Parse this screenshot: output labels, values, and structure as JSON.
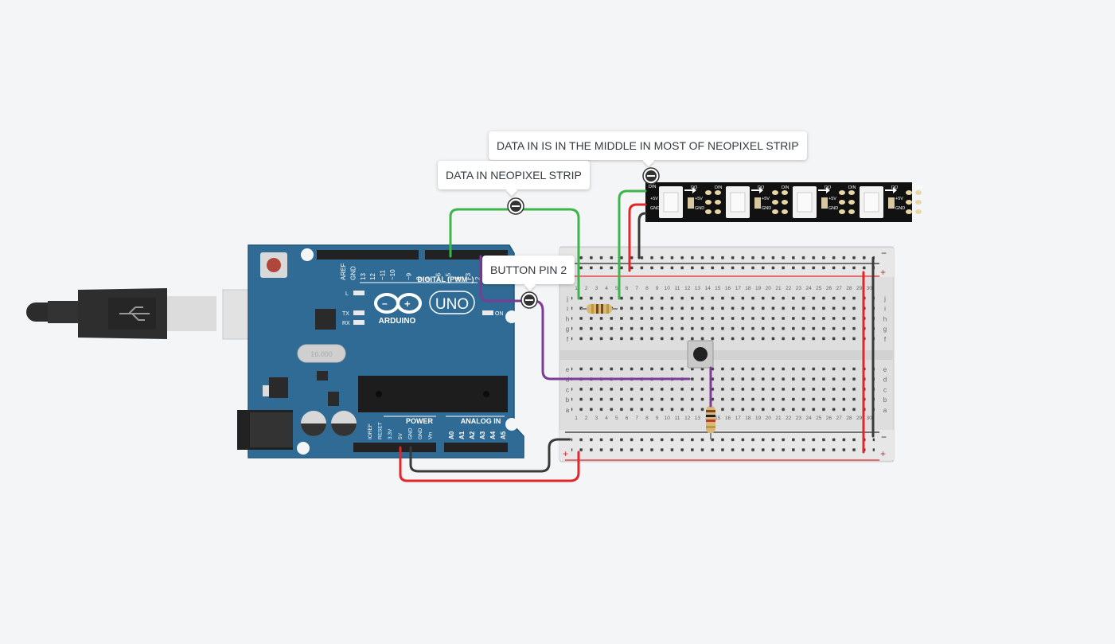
{
  "annotations": {
    "strip_middle": "DATA IN IS IN THE MIDDLE IN MOST OF NEOPIXEL STRIP",
    "data_in": "DATA IN NEOPIXEL STRIP",
    "button_pin": "BUTTON PIN 2"
  },
  "arduino": {
    "brand": "ARDUINO",
    "model": "UNO",
    "digital_label": "DIGITAL (PWM~)",
    "power_label": "POWER",
    "analog_label": "ANALOG IN",
    "on_label": "ON",
    "l_label": "L",
    "tx_label": "TX",
    "rx_label": "RX",
    "crystal": "16.000",
    "top_pins": [
      "AREF",
      "GND",
      "13",
      "12",
      "~11",
      "~10",
      "~9",
      "8",
      "7",
      "~6",
      "~5",
      "4",
      "~3",
      "2"
    ],
    "power_pins": [
      "IOREF",
      "RESET",
      "3.3V",
      "5V",
      "GND",
      "GND",
      "Vin"
    ],
    "analog_pins": [
      "A0",
      "A1",
      "A2",
      "A3",
      "A4",
      "A5"
    ]
  },
  "neopixel": {
    "din": "DIN",
    "dout": "DO",
    "v5": "+5V",
    "gnd": "GND",
    "pixels": 4
  },
  "breadboard": {
    "columns": 30,
    "top_rows": [
      "j",
      "i",
      "h",
      "g",
      "f"
    ],
    "bottom_rows": [
      "e",
      "d",
      "c",
      "b",
      "a"
    ],
    "minus": "−",
    "plus": "+"
  },
  "colors": {
    "background": "#f4f5f7",
    "arduino_board": "#2f6b94",
    "wire_red": "#e2262a",
    "wire_black": "#3a3a3a",
    "wire_green": "#3cb54a",
    "wire_purple": "#7d3b96",
    "strip": "#111111"
  }
}
